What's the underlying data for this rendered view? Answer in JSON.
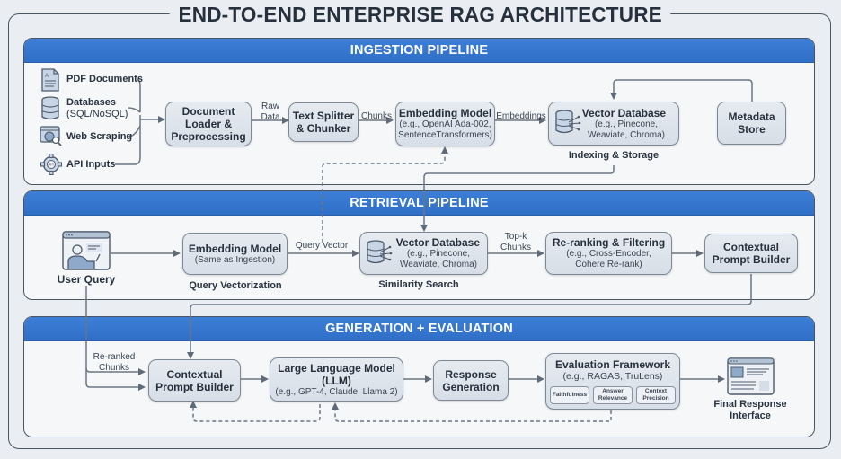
{
  "title": "END-TO-END ENTERPRISE RAG ARCHITECTURE",
  "colors": {
    "header_blue": "#3478d0",
    "box_fill": "#dde3ea",
    "line": "#5f6b79",
    "background": "#eaedf1"
  },
  "ingestion": {
    "header": "INGESTION PIPELINE",
    "sources": [
      {
        "icon": "pdf-document-icon",
        "label": "PDF Documents"
      },
      {
        "icon": "database-icon",
        "label": "Databases",
        "sub": "(SQL/NoSQL)"
      },
      {
        "icon": "web-scraping-icon",
        "label": "Web Scraping"
      },
      {
        "icon": "api-gear-icon",
        "label": "API Inputs"
      }
    ],
    "document_loader": {
      "line1": "Document",
      "line2": "Loader &",
      "line3": "Preprocessing"
    },
    "edge_raw_data": {
      "line1": "Raw",
      "line2": "Data"
    },
    "text_splitter": {
      "line1": "Text Splitter",
      "line2": "& Chunker"
    },
    "edge_chunks": "Chunks",
    "embedding_model": {
      "title": "Embedding Model",
      "sub1": "(e.g., OpenAI Ada-002,",
      "sub2": "SentenceTransformers)"
    },
    "edge_embeddings": "Embeddings",
    "vector_db": {
      "title": "Vector Database",
      "sub1": "(e.g., Pinecone,",
      "sub2": "Weaviate, Chroma)",
      "caption": "Indexing & Storage"
    },
    "metadata_store": {
      "line1": "Metadata",
      "line2": "Store"
    }
  },
  "retrieval": {
    "header": "RETRIEVAL PIPELINE",
    "user_query": "User Query",
    "embedding_model": {
      "title": "Embedding Model",
      "sub": "(Same as Ingestion)",
      "caption": "Query Vectorization"
    },
    "edge_query_vector": "Query Vector",
    "vector_db": {
      "title": "Vector Database",
      "sub1": "(e.g., Pinecone,",
      "sub2": "Weaviate, Chroma)",
      "caption": "Similarity Search"
    },
    "edge_topk": {
      "line1": "Top-k",
      "line2": "Chunks"
    },
    "reranking": {
      "title": "Re-ranking & Filtering",
      "sub1": "(e.g., Cross-Encoder,",
      "sub2": "Cohere Re-rank)"
    },
    "prompt_builder": {
      "line1": "Contextual",
      "line2": "Prompt Builder"
    }
  },
  "generation": {
    "header": "GENERATION + EVALUATION",
    "edge_reranked": {
      "line1": "Re-ranked",
      "line2": "Chunks"
    },
    "prompt_builder": {
      "line1": "Contextual",
      "line2": "Prompt Builder"
    },
    "llm": {
      "line1": "Large Language Model",
      "line2": "(LLM)",
      "sub": "(e.g., GPT-4, Claude, Llama 2)"
    },
    "response": {
      "line1": "Response",
      "line2": "Generation"
    },
    "evaluation": {
      "title": "Evaluation Framework",
      "sub": "(e.g., RAGAS, TruLens)",
      "metrics": [
        {
          "line1": "Faithfulness",
          "line2": ""
        },
        {
          "line1": "Answer",
          "line2": "Relevance"
        },
        {
          "line1": "Context",
          "line2": "Precision"
        }
      ]
    },
    "final": {
      "line1": "Final Response",
      "line2": "Interface"
    }
  }
}
